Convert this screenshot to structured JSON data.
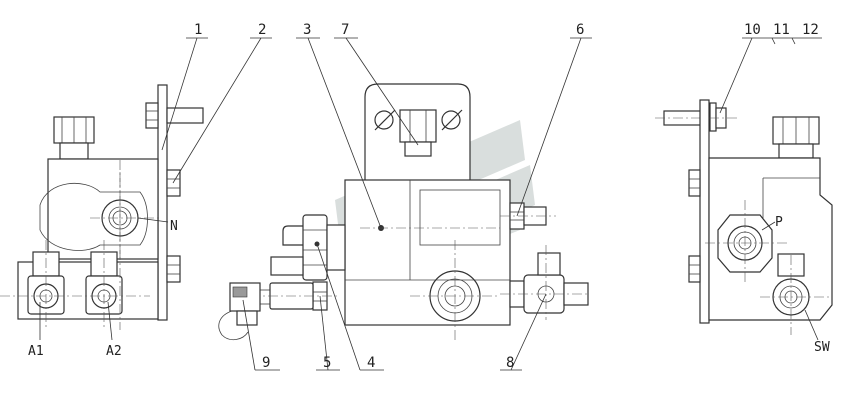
{
  "callouts": {
    "c1": "1",
    "c2": "2",
    "c3": "3",
    "c4": "4",
    "c5": "5",
    "c6": "6",
    "c7": "7",
    "c8": "8",
    "c9": "9",
    "c10": "10",
    "c11": "11",
    "c12": "12"
  },
  "ports": {
    "n": "N",
    "a1": "A1",
    "a2": "A2",
    "p": "P",
    "sw": "SW"
  },
  "colors": {
    "line": "#333333",
    "watermark": "#d9dedd",
    "background": "#ffffff"
  }
}
